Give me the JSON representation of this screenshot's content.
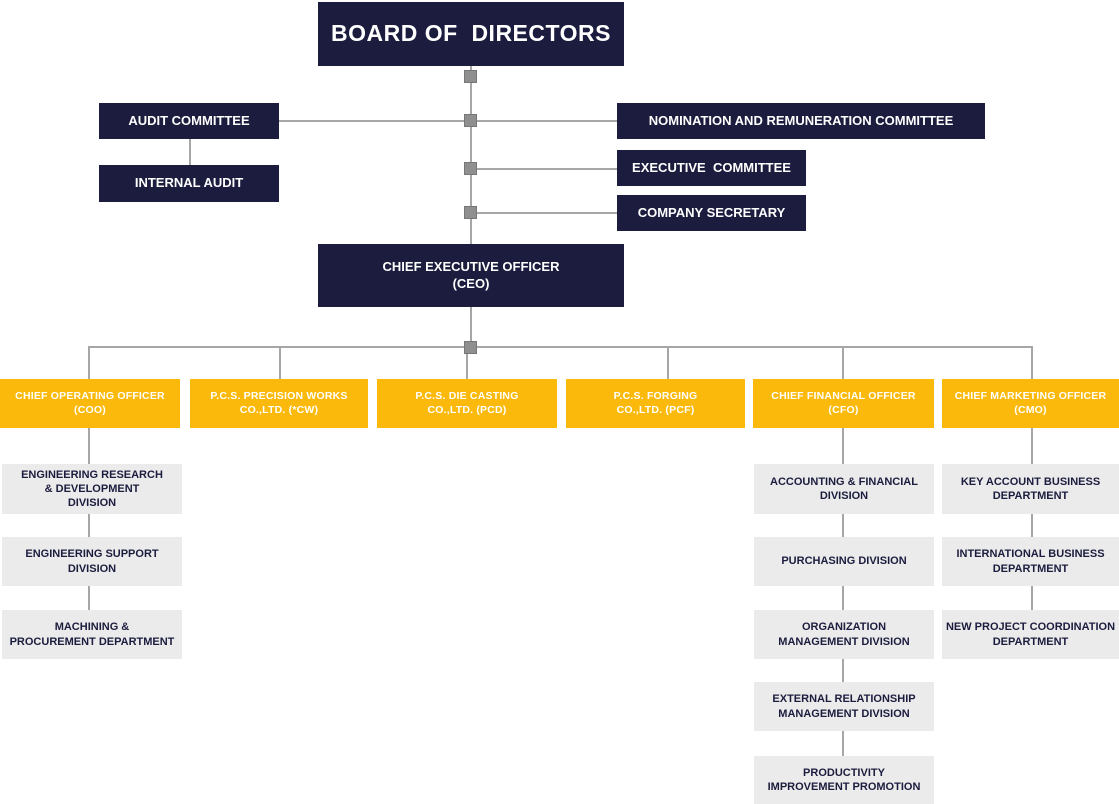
{
  "colors": {
    "navy": "#1b1c3e",
    "gold": "#fbb90b",
    "grey": "#ebebeb",
    "connector": "#a6a6a6"
  },
  "board": {
    "title": "BOARD OF  DIRECTORS"
  },
  "audit_committee": "AUDIT COMMITTEE",
  "internal_audit": "INTERNAL AUDIT",
  "nomination_committee": "NOMINATION AND REMUNERATION COMMITTEE",
  "executive_committee": "EXECUTIVE  COMMITTEE",
  "company_secretary": "COMPANY SECRETARY",
  "ceo": {
    "line1": "CHIEF EXECUTIVE OFFICER",
    "line2": "(CEO)"
  },
  "executives": [
    {
      "line1": "CHIEF OPERATING OFFICER",
      "line2": "(COO)"
    },
    {
      "line1": "P.C.S. PRECISION WORKS",
      "line2": "CO.,LTD. (*CW)"
    },
    {
      "line1": "P.C.S. DIE CASTING",
      "line2": "CO.,LTD. (PCD)"
    },
    {
      "line1": "P.C.S. FORGING",
      "line2": "CO.,LTD. (PCF)"
    },
    {
      "line1": "CHIEF FINANCIAL OFFICER",
      "line2": "(CFO)"
    },
    {
      "line1": "CHIEF MARKETING OFFICER",
      "line2": "(CMO)"
    }
  ],
  "coo_units": [
    "ENGINEERING RESEARCH\n& DEVELOPMENT\nDIVISION",
    "ENGINEERING SUPPORT\nDIVISION",
    "MACHINING &\nPROCUREMENT DEPARTMENT"
  ],
  "cfo_units": [
    "ACCOUNTING & FINANCIAL\nDIVISION",
    "PURCHASING DIVISION",
    "ORGANIZATION\nMANAGEMENT DIVISION",
    "EXTERNAL RELATIONSHIP\nMANAGEMENT DIVISION",
    "PRODUCTIVITY\nIMPROVEMENT PROMOTION"
  ],
  "cmo_units": [
    "KEY ACCOUNT BUSINESS\nDEPARTMENT",
    "INTERNATIONAL BUSINESS\nDEPARTMENT",
    "NEW PROJECT COORDINATION\nDEPARTMENT"
  ]
}
